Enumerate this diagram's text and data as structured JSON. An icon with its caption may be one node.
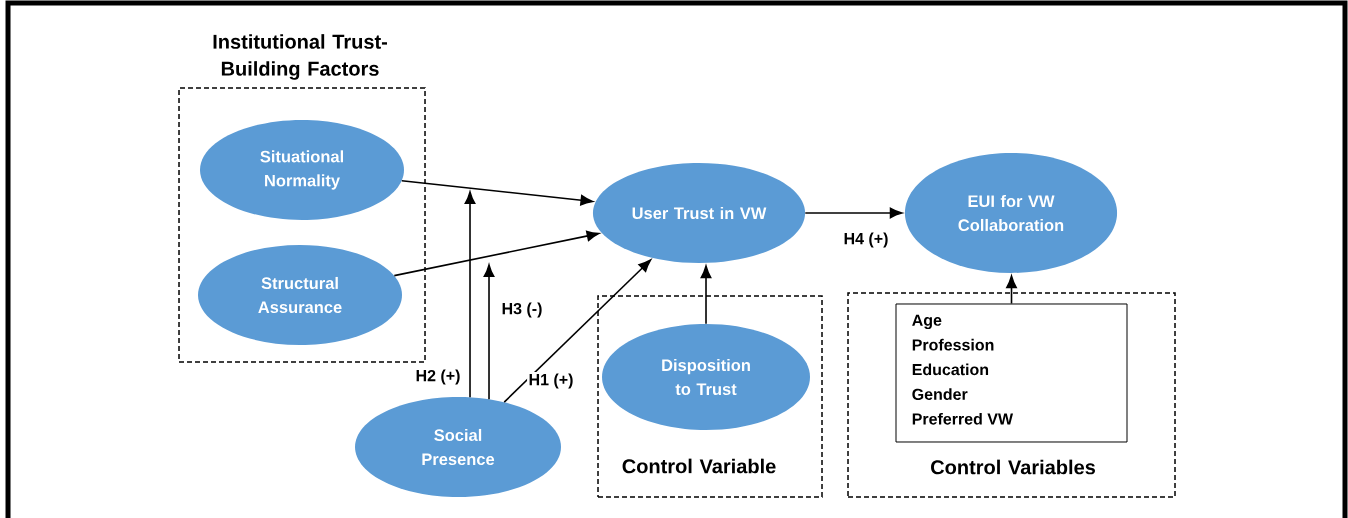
{
  "diagram": {
    "nodes": [
      {
        "text": [
          "Institutional Trust-Building Factors"
        ]
      },
      {
        "text": [
          "Situational Normality"
        ],
        "in": 0
      },
      {
        "text": [
          "Structural Assurance"
        ],
        "in": 0
      },
      {
        "text": [
          "Social Presence"
        ]
      },
      {
        "text": [
          "User Trust in VW"
        ]
      },
      {
        "text": [
          "Control Variable"
        ]
      },
      {
        "text": [
          "Disposition to Trust"
        ],
        "in": 5
      },
      {
        "text": [
          "EUI for VW Collaboration"
        ]
      },
      {
        "text": [
          "Control Variables"
        ]
      },
      {
        "text": [
          "Age",
          "Profession",
          "Education",
          "Gender",
          "Preferred VW"
        ],
        "in": 8
      }
    ],
    "edges": [
      {
        "from": 1,
        "to": 4,
        "arrow": "to"
      },
      {
        "from": 2,
        "to": 4,
        "arrow": "to"
      },
      {
        "from": 3,
        "to": 4,
        "arrow": "to",
        "label": "H1 (+)"
      },
      {
        "from": 3,
        "to": null,
        "arrow": "to",
        "label": "H2 (+)"
      },
      {
        "from": 3,
        "to": null,
        "arrow": "to",
        "label": "H3 (-)"
      },
      {
        "from": 4,
        "to": 7,
        "arrow": "to",
        "label": "H4 (+)"
      },
      {
        "from": 6,
        "to": 4,
        "arrow": "to"
      },
      {
        "from": 9,
        "to": 7,
        "arrow": "to"
      }
    ]
  }
}
